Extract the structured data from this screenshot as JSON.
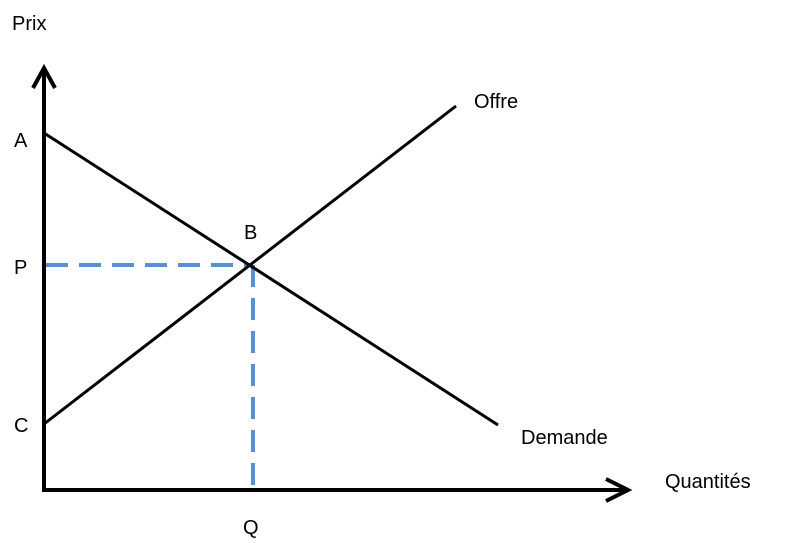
{
  "axes": {
    "y_label": "Prix",
    "x_label": "Quantités"
  },
  "points": {
    "a": "A",
    "p": "P",
    "c": "C",
    "b": "B",
    "q": "Q"
  },
  "curves": {
    "supply": "Offre",
    "demand": "Demande"
  },
  "colors": {
    "axis": "#000000",
    "curve": "#000000",
    "guide": "#5b8fd0"
  }
}
